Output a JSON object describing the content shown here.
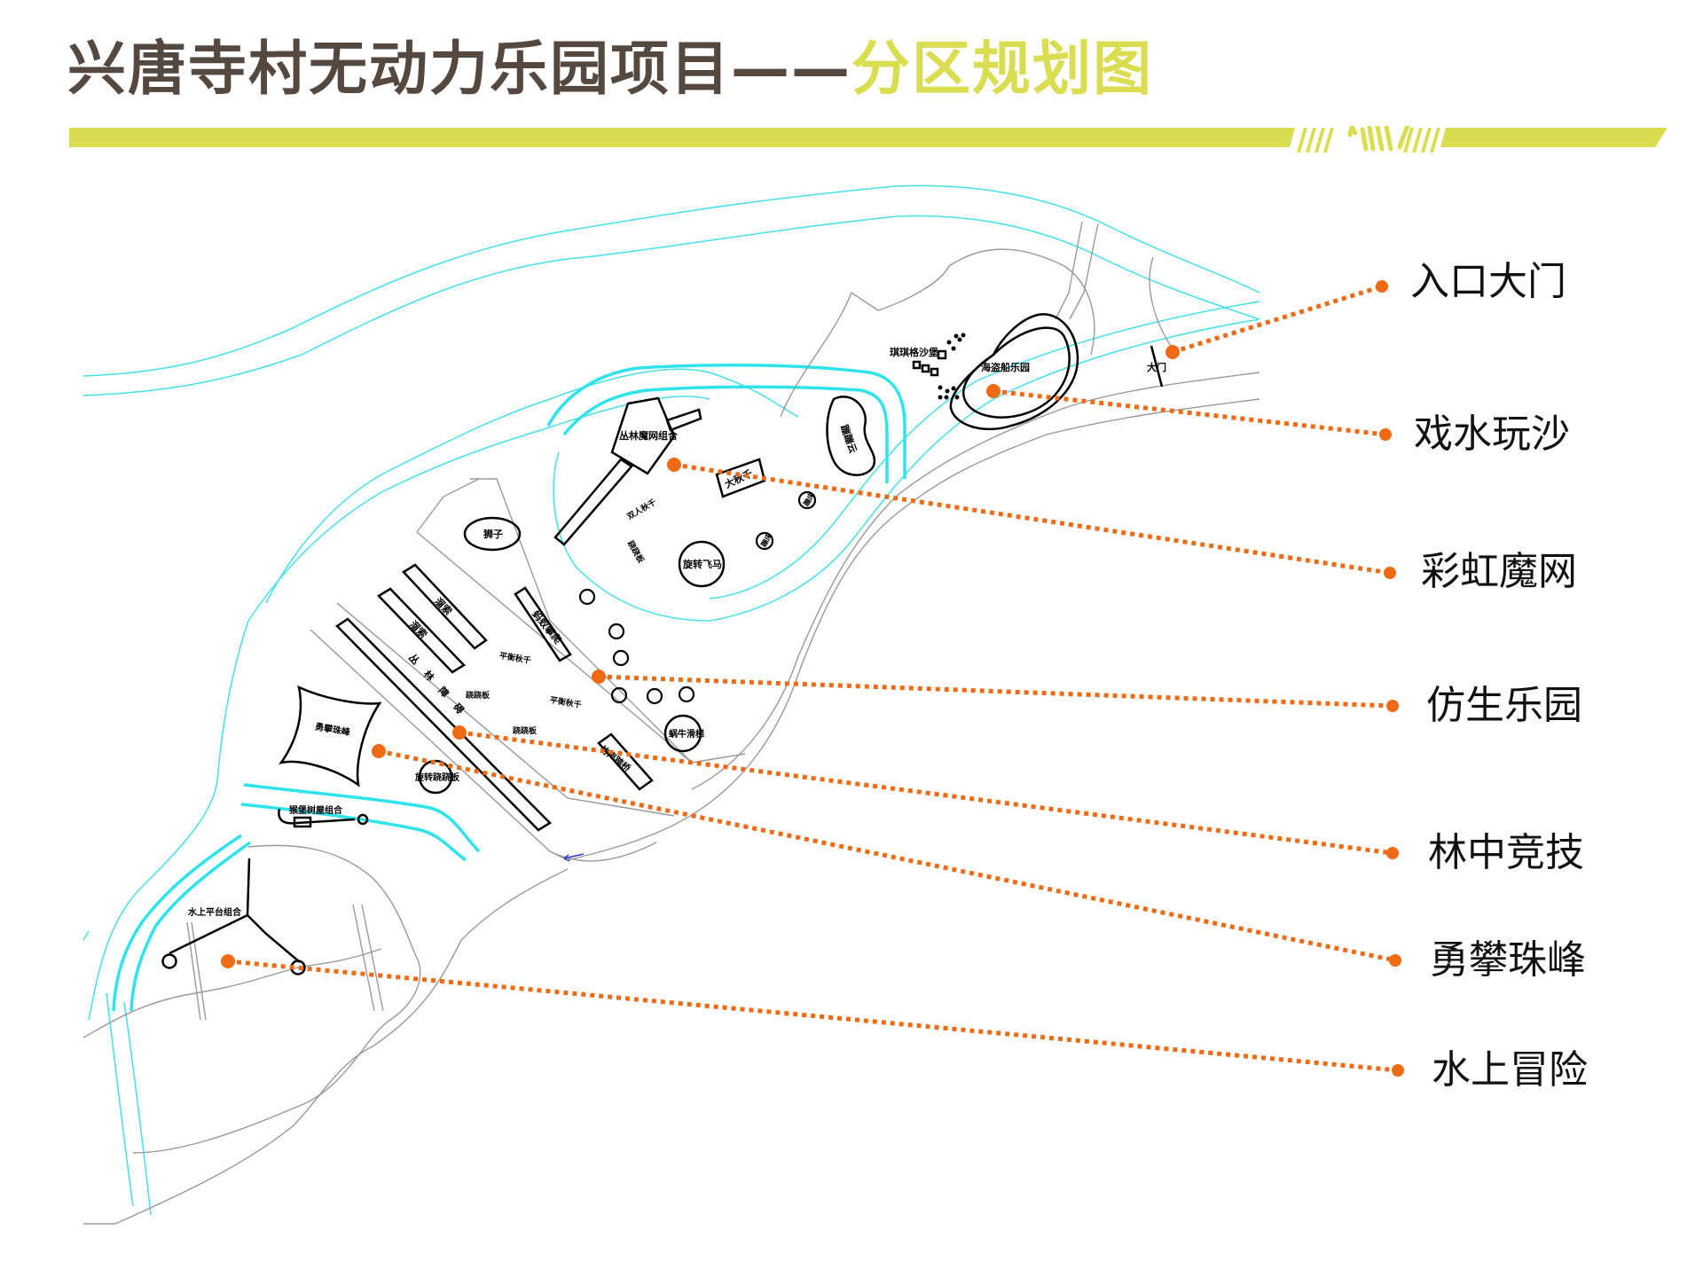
{
  "header": {
    "title_main": "兴唐寺村无动力乐园项目——",
    "title_highlight": "分区规划图",
    "title_color": "#55493f",
    "accent_color": "#d9dd4f",
    "logo_icon": "horse-logo-icon"
  },
  "legend_color": "#ee6a14",
  "zones": [
    {
      "label": "入口大门"
    },
    {
      "label": "戏水玩沙"
    },
    {
      "label": "彩虹魔网"
    },
    {
      "label": "仿生乐园"
    },
    {
      "label": "林中竞技"
    },
    {
      "label": "勇攀珠峰"
    },
    {
      "label": "水上冒险"
    }
  ],
  "map_labels": {
    "gate": "大门",
    "pirate_park": "海盗船乐园",
    "sand_castle": "琪琪格沙堡",
    "jungle_net": "丛林魔网组合",
    "big_swing": "大秋千",
    "bouncy_cloud": "蹦蹦云",
    "double_swing": "双人秋千",
    "seesaw": "跷跷板",
    "trampoline": "蹦床",
    "carousel": "旋转飞马",
    "lion": "狮子",
    "zipline": "溜索",
    "ant_climb": "蚂蚁攀爬",
    "mushroom": "小蘑菇",
    "balance_swing": "平衡秋千",
    "jungle_obstacle": "丛林障碍",
    "snail_slide": "蜗牛滑梯",
    "bamboo_bridge": "竹声踏桥",
    "everest": "勇攀珠峰",
    "spin_seesaw": "旋转跷跷板",
    "treehouse": "猴堡树屋组合",
    "water_platform": "水上平台组合"
  }
}
